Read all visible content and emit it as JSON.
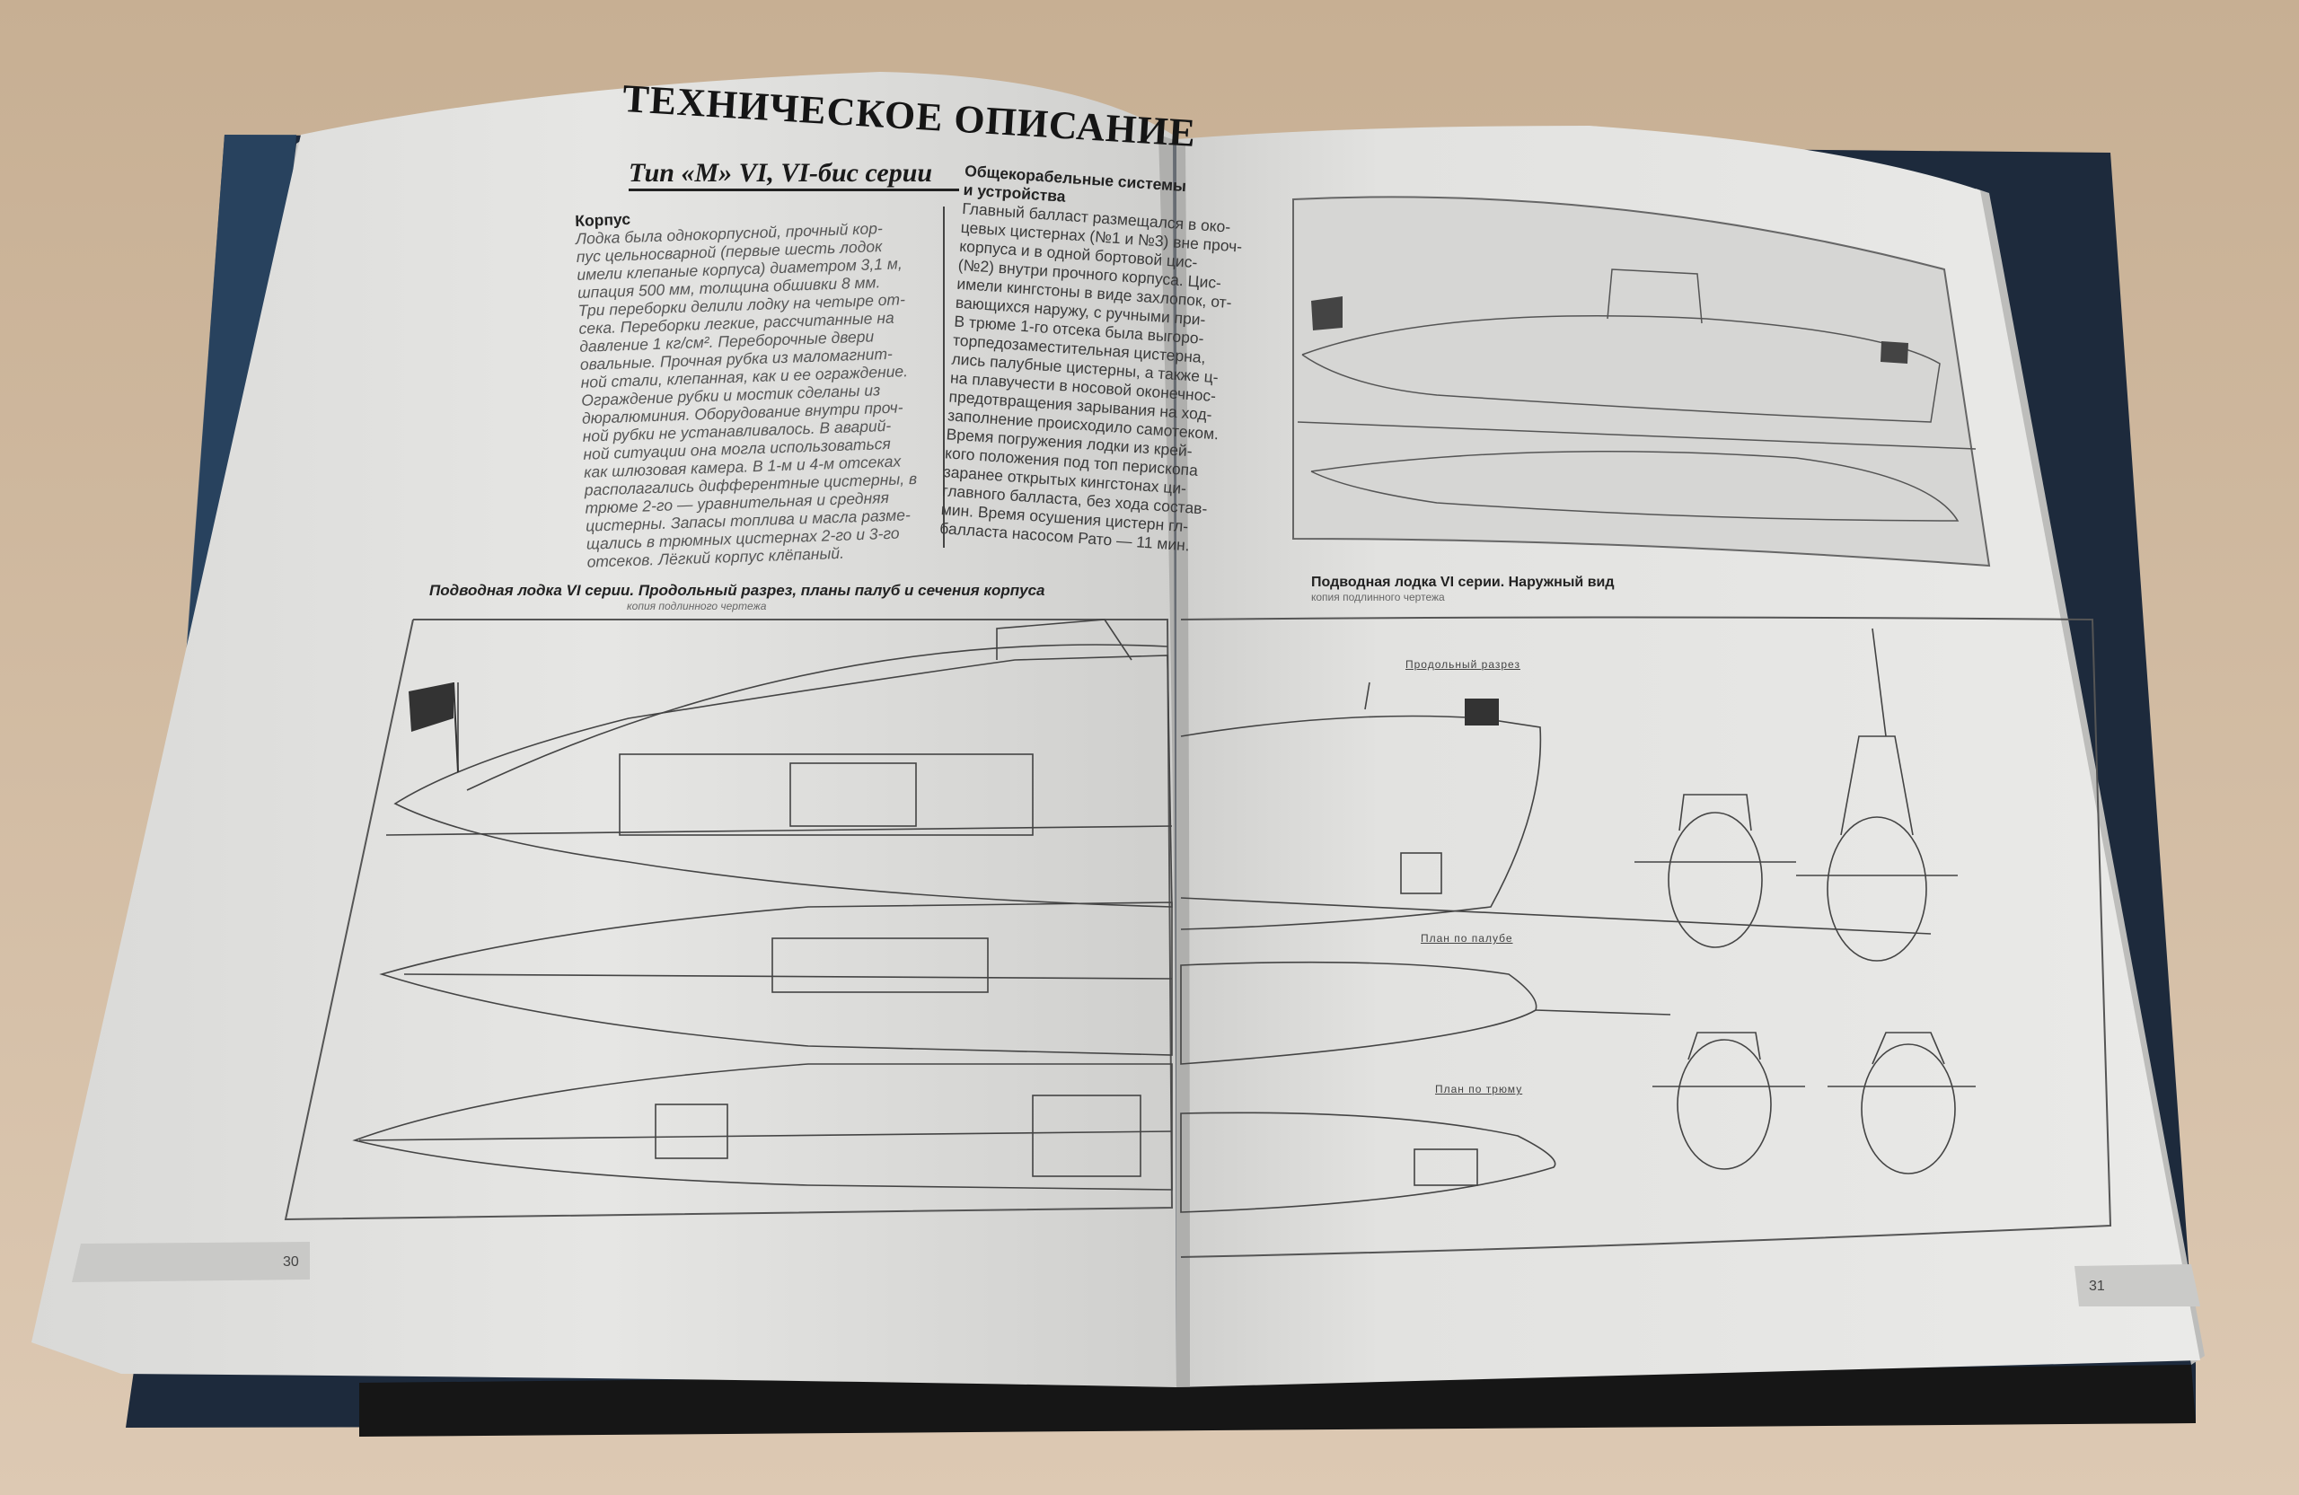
{
  "left_page": {
    "title": "ТЕХНИЧЕСКОЕ ОПИСАНИЕ",
    "subtitle": "Тип «М» VI, VI-бис серии",
    "section1": {
      "heading": "Корпус",
      "lines": [
        "Лодка была однокорпусной, прочный кор-",
        "пус цельносварной (первые шесть лодок",
        "имели клепаные корпуса) диаметром 3,1 м,",
        "шпация 500 мм, толщина обшивки 8 мм.",
        "Три переборки делили лодку на четыре от-",
        "сека. Переборки легкие, рассчитанные на",
        "давление 1 кг/см². Переборочные двери",
        "овальные. Прочная рубка из маломагнит-",
        "ной стали, клепанная, как и ее ограждение.",
        "Ограждение рубки и мостик сделаны из",
        "дюралюминия. Оборудование внутри проч-",
        "ной рубки не устанавливалось. В аварий-",
        "ной ситуации она могла использоваться",
        "как шлюзовая камера. В 1-м и 4-м отсеках",
        "располагались дифферентные цистерны, в",
        "трюме 2-го — уравнительная и средняя",
        "цистерны. Запасы топлива и масла разме-",
        "щались в трюмных цистернах 2-го и 3-го",
        "отсеков. Лёгкий корпус клёпаный."
      ]
    },
    "section2": {
      "heading_line1": "Общекорабельные системы",
      "heading_line2": "и устройства",
      "lines": [
        "Главный балласт размещался в око-",
        "цевых цистернах (№1 и №3) вне проч-",
        "корпуса и в одной бортовой цис-",
        "(№2) внутри прочного корпуса. Цис-",
        "имели кингстоны в виде захлопок, от-",
        "вающихся наружу, с ручными при-",
        "В трюме 1-го отсека была выгоро-",
        "торпедозаместительная цистерна,",
        "лись палубные цистерны, а также ц-",
        "на плавучести в носовой оконечнос-",
        "предотвращения зарывания на ход-",
        "заполнение происходило самотеком.",
        "Время погружения лодки из крей-",
        "кого положения под топ перископа",
        "заранее открытых кингстонах ци-",
        "главного балласта, без хода состав-",
        "мин. Время осушения цистерн гл-",
        "балласта насосом Рато — 11 мин."
      ]
    },
    "figure_caption": "Подводная лодка VI серии. Продольный разрез, планы палуб и сечения корпуса",
    "figure_subcaption": "копия подлинного чертежа",
    "page_number": "30"
  },
  "right_page": {
    "figure_caption": "Подводная лодка VI серии. Наружный вид",
    "figure_subcaption": "копия подлинного чертежа",
    "drawing_labels": {
      "longitudinal": "Продольный разрез",
      "deck_plan": "План по палубе",
      "hold_plan": "План по трюму"
    },
    "page_number": "31"
  },
  "colors": {
    "table": "#d2bda5",
    "cover": "#1d2a3c",
    "page": "#e4e4e2",
    "ink": "#2a2a2a"
  }
}
